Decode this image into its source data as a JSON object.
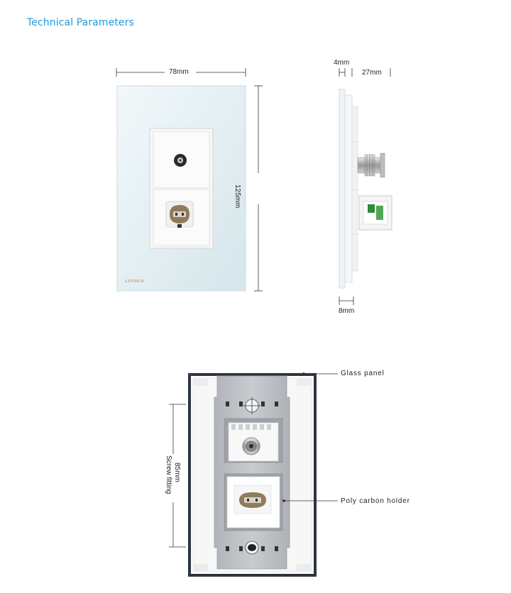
{
  "header": {
    "title": "Technical Parameters"
  },
  "front_view": {
    "width_label": "78mm",
    "height_label": "125mm",
    "brand_logo": "LIVOLO"
  },
  "side_view": {
    "glass_thickness_label": "4mm",
    "depth_label": "27mm",
    "base_thickness_label": "8mm"
  },
  "back_view": {
    "glass_panel_label": "Glass panel",
    "holder_label": "Poly carbon holder",
    "screw_distance_label": "85mm",
    "screw_fitting_label": "Screw fitting"
  },
  "colors": {
    "accent": "#1f9bd7",
    "panel": "#e6f1f4",
    "frame_dark": "#2e3440",
    "holder_grey": "#b8bcc0",
    "logo_gold": "#b9965a"
  }
}
